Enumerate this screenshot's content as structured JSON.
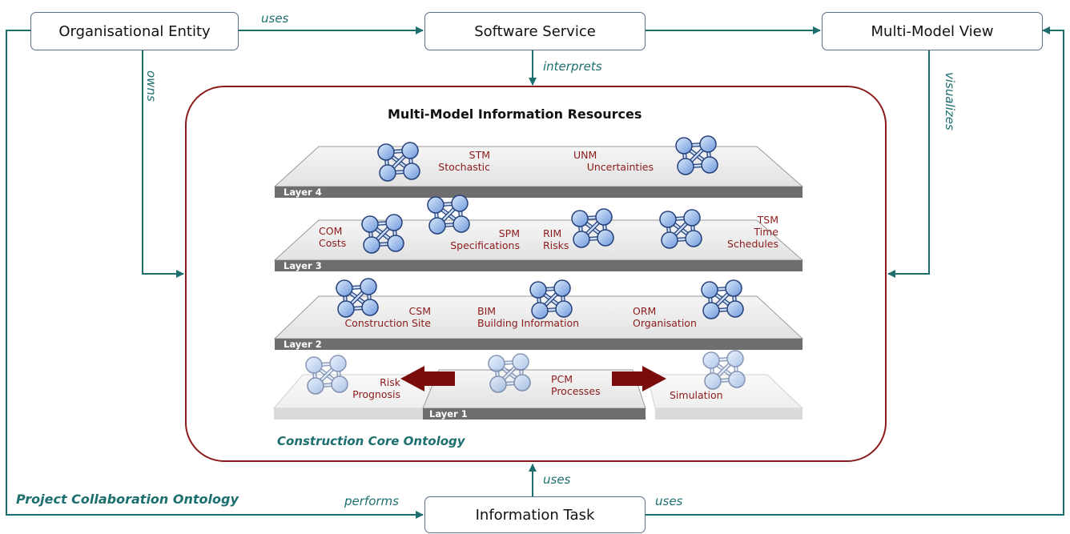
{
  "boxes": {
    "organisational_entity": "Organisational Entity",
    "software_service": "Software Service",
    "multi_model_view": "Multi-Model View",
    "information_task": "Information Task"
  },
  "edges": {
    "uses_top": "uses",
    "interprets": "interprets",
    "owns": "owns",
    "visualizes": "visualizes",
    "uses_bottom": "uses",
    "performs": "performs",
    "uses_right": "uses"
  },
  "ontologies": {
    "project": "Project Collaboration Ontology",
    "core": "Construction Core Ontology"
  },
  "container_title": "Multi-Model Information Resources",
  "layers": {
    "layer4": "Layer 4",
    "layer3": "Layer 3",
    "layer2": "Layer 2",
    "layer1": "Layer 1"
  },
  "models": {
    "stm": [
      "STM",
      "Stochastic"
    ],
    "unm": [
      "UNM",
      "Uncertainties"
    ],
    "com": [
      "COM",
      "Costs"
    ],
    "spm": [
      "SPM",
      "Specifications"
    ],
    "rim": [
      "RIM",
      "Risks"
    ],
    "tsm": [
      "TSM",
      "Time",
      "Schedules"
    ],
    "csm": [
      "CSM",
      "Construction Site"
    ],
    "bim": [
      "BIM",
      "Building Information"
    ],
    "orm": [
      "ORM",
      "Organisation"
    ],
    "risk": [
      "Risk",
      "Prognosis"
    ],
    "pcm": [
      "PCM",
      "Processes"
    ],
    "sim": [
      "Simulation"
    ]
  },
  "colors": {
    "connector": "#1d6f6f",
    "box_border": "#5a6f8a",
    "container_border": "#8b1a1a",
    "model_text": "#8b1a1a",
    "node_fill": "#8fb4e8",
    "layer_band": "#6e6e6e",
    "arrow_red": "#7a0c0c"
  }
}
